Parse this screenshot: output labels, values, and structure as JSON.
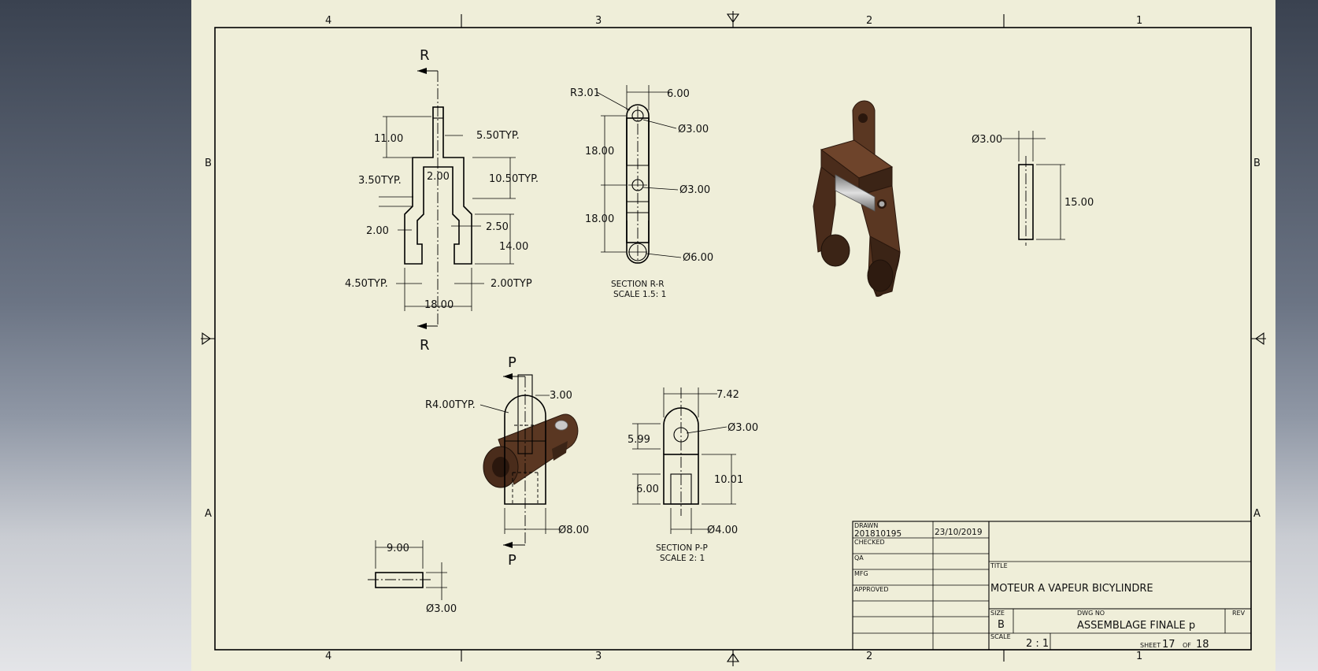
{
  "border": {
    "columns": [
      "4",
      "3",
      "2",
      "1"
    ],
    "rows": [
      "B",
      "A"
    ]
  },
  "views": {
    "view1": {
      "section_letter": "R",
      "dims": [
        "11.00",
        "5.50TYP.",
        "3.50TYP.",
        "2.00",
        "10.50TYP.",
        "2.00",
        "2.50",
        "14.00",
        "4.50TYP.",
        "2.00TYP",
        "18.00"
      ]
    },
    "section_rr": {
      "dims": [
        "R3.01",
        "6.00",
        "Ø3.00",
        "18.00",
        "Ø3.00",
        "18.00",
        "Ø6.00"
      ],
      "title": "SECTION R-R",
      "scale": "SCALE 1.5: 1"
    },
    "pin_view": {
      "dims": [
        "Ø3.00",
        "15.00"
      ]
    },
    "view_p": {
      "section_letter": "P",
      "dims": [
        "R4.00TYP.",
        "3.00",
        "Ø8.00"
      ]
    },
    "section_pp": {
      "dims": [
        "7.42",
        "Ø3.00",
        "5.99",
        "10.01",
        "6.00",
        "Ø4.00"
      ],
      "title": "SECTION P-P",
      "scale": "SCALE 2: 1"
    },
    "pin_small": {
      "dims": [
        "9.00",
        "Ø3.00"
      ]
    }
  },
  "title_block": {
    "drawn_label": "DRAWN",
    "drawn_by": "201810195",
    "drawn_date": "23/10/2019",
    "checked_label": "CHECKED",
    "qa_label": "QA",
    "mfg_label": "MFG",
    "approved_label": "APPROVED",
    "title_label": "TITLE",
    "title": "MOTEUR A VAPEUR BICYLINDRE",
    "size_label": "SIZE",
    "size": "B",
    "dwg_label": "DWG NO",
    "dwg_no": "ASSEMBLAGE FINALE p",
    "rev_label": "REV",
    "scale_label": "SCALE",
    "scale": "2 : 1",
    "sheet_label": "SHEET",
    "sheet_no": "17",
    "of_label": "OF",
    "sheet_total": "18"
  },
  "colors": {
    "paper": "#efeed9",
    "part_dark": "#3b2416",
    "part_mid": "#5a3722",
    "part_light": "#7a4d31",
    "pin": "#b9b9b9"
  }
}
